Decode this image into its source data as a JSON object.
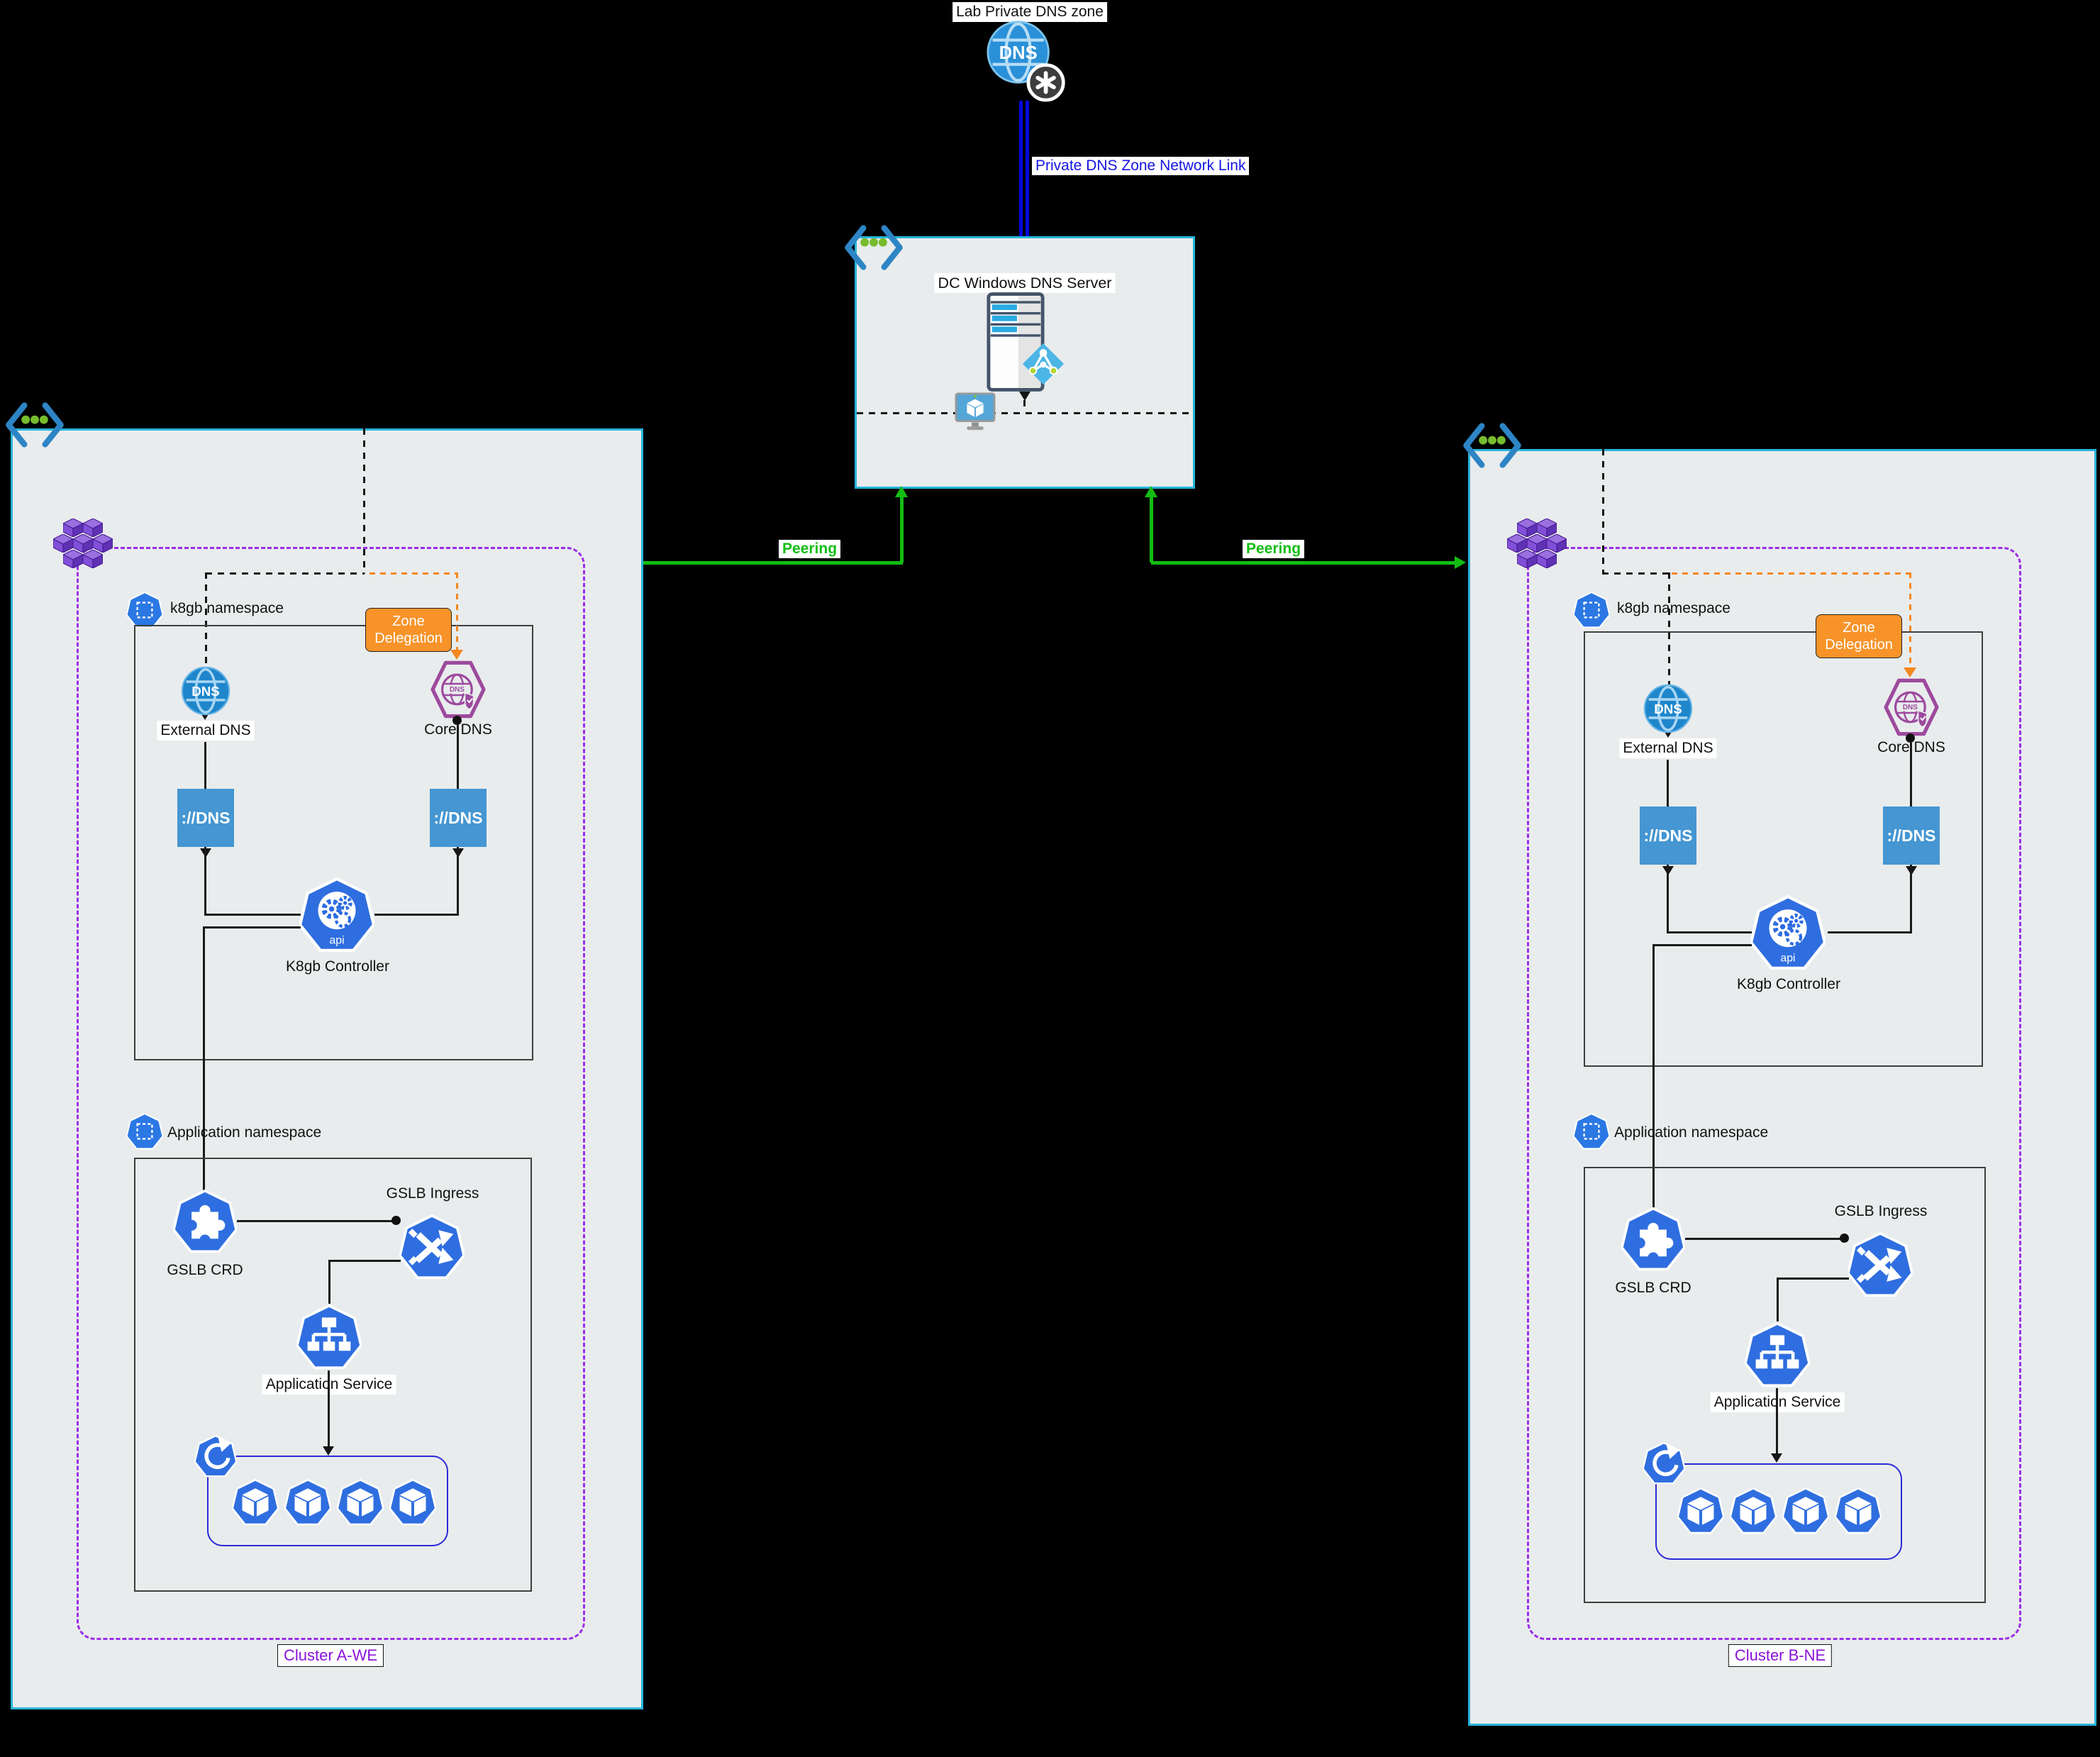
{
  "page": {
    "background": "#000000"
  },
  "dns_zone": {
    "label": "Lab Private DNS zone"
  },
  "network_link": {
    "label": "Private DNS Zone Network Link"
  },
  "dc_server": {
    "title": "DC Windows DNS Server"
  },
  "peering": {
    "left_label": "Peering",
    "right_label": "Peering"
  },
  "icons": {
    "dns_text": "DNS",
    "api_text": "api"
  },
  "colors": {
    "cluster_fill": "#e9eced",
    "cluster_border": "#27b4d9",
    "kubernetes_blue": "#2f6ee0",
    "dns_box_blue": "#4596d2",
    "core_dns_purple": "#9d4a9e",
    "aks_purple": "#8250d8",
    "purple_dashed": "#9a2ee8",
    "zone_delegation_orange": "#f79329",
    "peering_green": "#13bd13",
    "network_link_blue": "#0508dd"
  },
  "clusters": [
    {
      "name": "Cluster A-WE",
      "k8gb_ns": {
        "label": "k8gb namespace",
        "zone_delegation_line1": "Zone",
        "zone_delegation_line2": "Delegation",
        "external_dns_label": "External DNS",
        "core_dns_label": "Core DNS",
        "dns_sdk_label": "://DNS",
        "controller_label": "K8gb Controller"
      },
      "app_ns": {
        "label": "Application namespace",
        "gslb_crd_label": "GSLB CRD",
        "gslb_ingress_label": "GSLB Ingress",
        "app_service_label": "Application Service",
        "pod_count": 4
      }
    },
    {
      "name": "Cluster B-NE",
      "k8gb_ns": {
        "label": "k8gb namespace",
        "zone_delegation_line1": "Zone",
        "zone_delegation_line2": "Delegation",
        "external_dns_label": "External DNS",
        "core_dns_label": "Core DNS",
        "dns_sdk_label": "://DNS",
        "controller_label": "K8gb Controller"
      },
      "app_ns": {
        "label": "Application namespace",
        "gslb_crd_label": "GSLB CRD",
        "gslb_ingress_label": "GSLB Ingress",
        "app_service_label": "Application Service",
        "pod_count": 4
      }
    }
  ]
}
